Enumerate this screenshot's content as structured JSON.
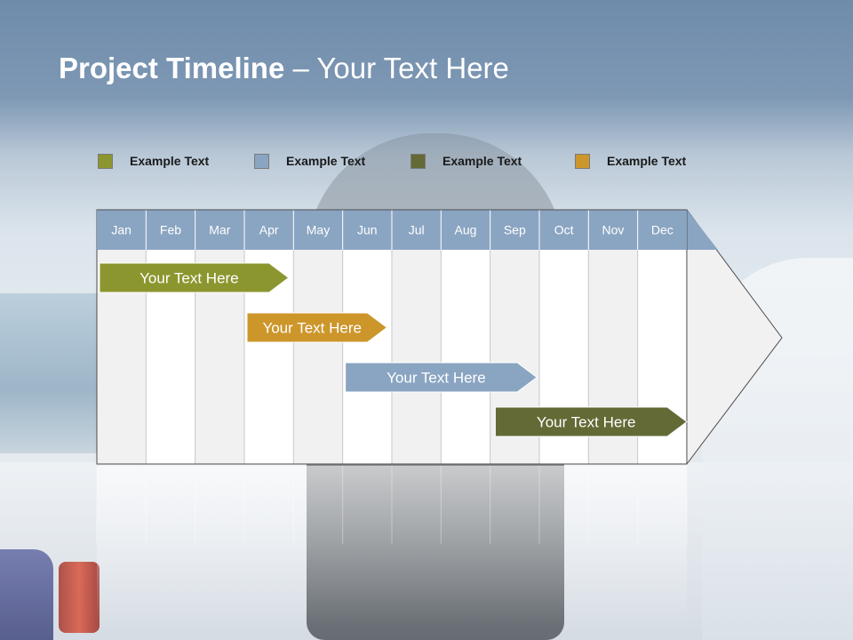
{
  "slide": {
    "title_bold": "Project Timeline",
    "title_rest": " – Your Text Here"
  },
  "legend": [
    {
      "label": "Example Text",
      "color": "#8c962e"
    },
    {
      "label": "Example Text",
      "color": "#8aa5c2"
    },
    {
      "label": "Example Text",
      "color": "#636a35"
    },
    {
      "label": "Example Text",
      "color": "#cd962b"
    }
  ],
  "timeline": {
    "months": [
      "Jan",
      "Feb",
      "Mar",
      "Apr",
      "May",
      "Jun",
      "Jul",
      "Aug",
      "Sep",
      "Oct",
      "Nov",
      "Dec"
    ],
    "header_color": "#8aa5c2",
    "bars": [
      {
        "label": "Your  Text Here",
        "start": 0,
        "end": 3.9,
        "color": "#8c962e"
      },
      {
        "label": "Your  Text Here",
        "start": 3.0,
        "end": 5.9,
        "color": "#cd962b"
      },
      {
        "label": "Your  Text Here",
        "start": 5.0,
        "end": 8.95,
        "color": "#8aa5c2"
      },
      {
        "label": "Your  Text Here",
        "start": 8.05,
        "end": 12,
        "color": "#636a35"
      }
    ]
  }
}
